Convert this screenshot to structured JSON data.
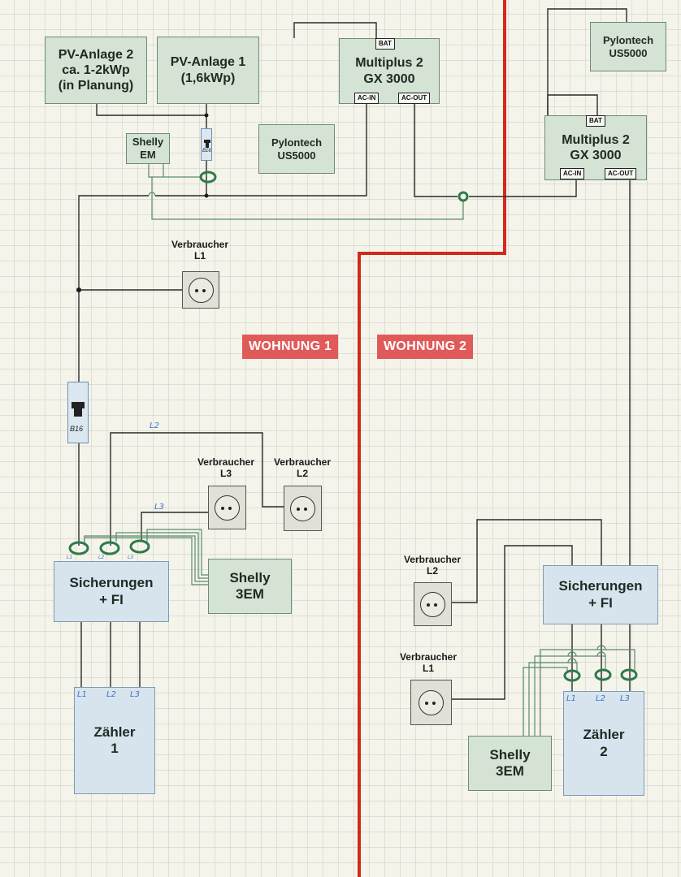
{
  "pv_anlage_2": [
    "PV-Anlage 2",
    "ca. 1-2kWp",
    "(in Planung)"
  ],
  "pv_anlage_1": [
    "PV-Anlage 1",
    "(1,6kWp)"
  ],
  "multiplus_top": {
    "title": [
      "Multiplus 2",
      "GX 3000"
    ],
    "bat": "BAT",
    "ac_in": "AC-IN",
    "ac_out": "AC-OUT"
  },
  "multiplus_right": {
    "title": [
      "Multiplus 2",
      "GX 3000"
    ],
    "bat": "BAT",
    "ac_in": "AC-IN",
    "ac_out": "AC-OUT"
  },
  "pylontech_left": [
    "Pylontech",
    "US5000"
  ],
  "pylontech_right": [
    "Pylontech",
    "US5000"
  ],
  "shelly_em": [
    "Shelly",
    "EM"
  ],
  "breaker_pv": "B16",
  "breaker_main": "B16",
  "verbraucher_w1_l1": [
    "Verbraucher",
    "L1"
  ],
  "verbraucher_w1_l3": [
    "Verbraucher",
    "L3"
  ],
  "verbraucher_w1_l2": [
    "Verbraucher",
    "L2"
  ],
  "verbraucher_w2_l2": [
    "Verbraucher",
    "L2"
  ],
  "verbraucher_w2_l1": [
    "Verbraucher",
    "L1"
  ],
  "wohnung_1": "WOHNUNG 1",
  "wohnung_2": "WOHNUNG 2",
  "sicherungen_1": [
    "Sicherungen",
    "+ FI"
  ],
  "sicherungen_2": [
    "Sicherungen",
    "+ FI"
  ],
  "shelly_3em_1": [
    "Shelly",
    "3EM"
  ],
  "shelly_3em_2": [
    "Shelly",
    "3EM"
  ],
  "zaehler_1": {
    "phases": [
      "L1",
      "L2",
      "L3"
    ],
    "title": [
      "Zähler",
      "1"
    ]
  },
  "zaehler_2": {
    "phases": [
      "L1",
      "L2",
      "L3"
    ],
    "title": [
      "Zähler",
      "2"
    ]
  },
  "wire_labels": {
    "l2": "L2",
    "l3": "L3"
  },
  "ct_labels_w1": [
    "L1",
    "L2",
    "L3"
  ],
  "colors": {
    "wire": "#2a2a2a",
    "shelly_wire": "#5a8a6a",
    "ct_ring": "#2f7a4a",
    "divider": "#d02a1e",
    "zone": "#e05a5a",
    "green_box": "#d4e3d4",
    "blue_box": "#d7e4ee"
  }
}
